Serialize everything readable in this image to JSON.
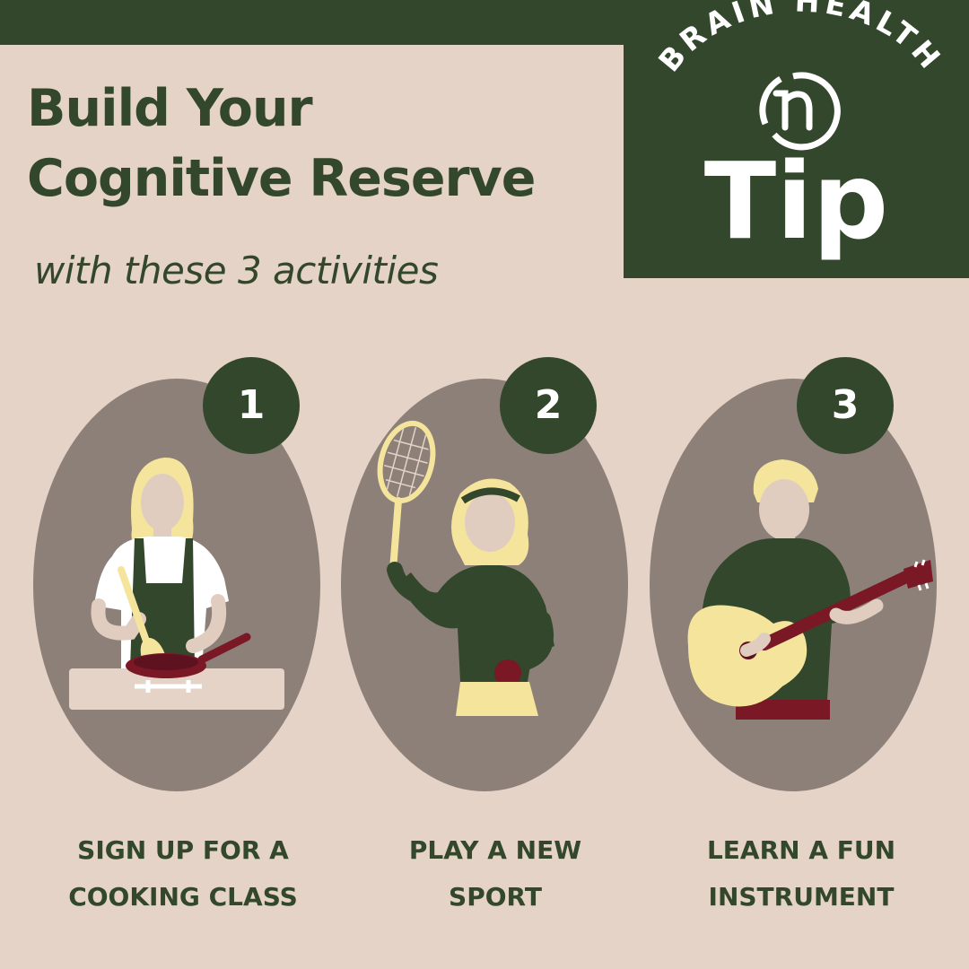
{
  "badge": {
    "arc_text": "BRAIN HEALTH",
    "tip": "Tip",
    "logo": "nr-circle-logo"
  },
  "title": {
    "line1": "Build Your",
    "line2": "Cognitive Reserve"
  },
  "subtitle": "with these 3 activities",
  "activities": [
    {
      "number": "1",
      "icon": "cooking-illustration",
      "caption_line1": "SIGN UP FOR A",
      "caption_line2": "COOKING CLASS"
    },
    {
      "number": "2",
      "icon": "tennis-illustration",
      "caption_line1": "PLAY A NEW",
      "caption_line2": "SPORT"
    },
    {
      "number": "3",
      "icon": "guitar-illustration",
      "caption_line1": "LEARN A FUN",
      "caption_line2": "INSTRUMENT"
    }
  ],
  "colors": {
    "background": "#e4d3c6",
    "dark_green": "#33472c",
    "oval": "#8c8078",
    "blonde": "#f5e49c",
    "skin": "#e0cdbf",
    "maroon": "#7a1826"
  }
}
